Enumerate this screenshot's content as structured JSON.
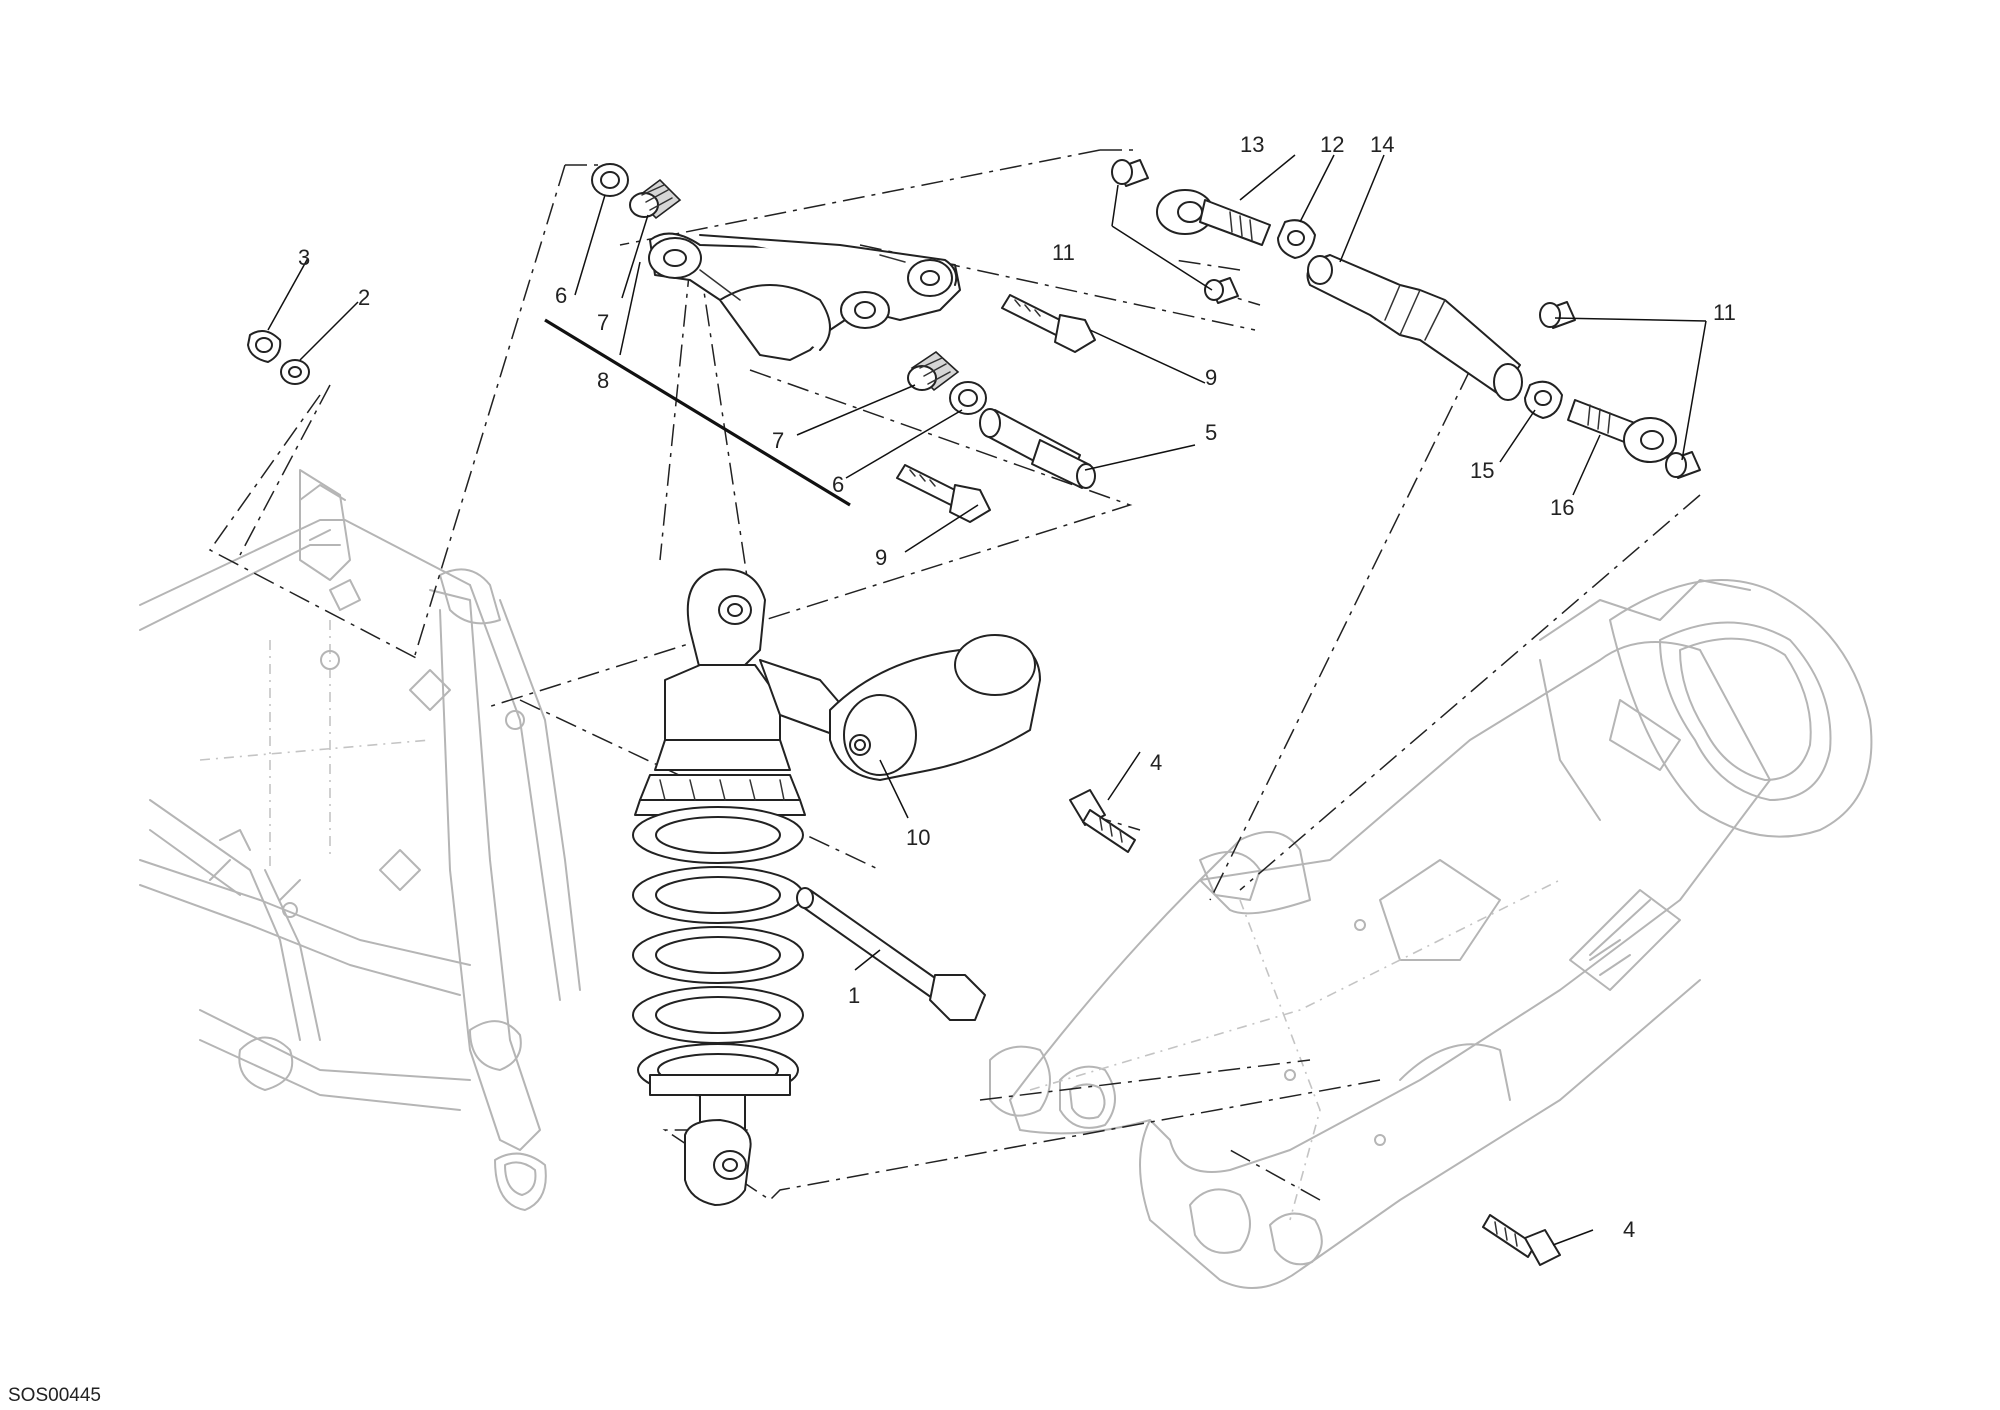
{
  "drawing_code": "SOS00445",
  "callouts": {
    "c1": "1",
    "c2": "2",
    "c3": "3",
    "c4a": "4",
    "c4b": "4",
    "c5": "5",
    "c6a": "6",
    "c6b": "6",
    "c7a": "7",
    "c7b": "7",
    "c8": "8",
    "c9a": "9",
    "c9b": "9",
    "c10": "10",
    "c11a": "11",
    "c11b": "11",
    "c12": "12",
    "c13": "13",
    "c14": "14",
    "c15": "15",
    "c16": "16"
  }
}
